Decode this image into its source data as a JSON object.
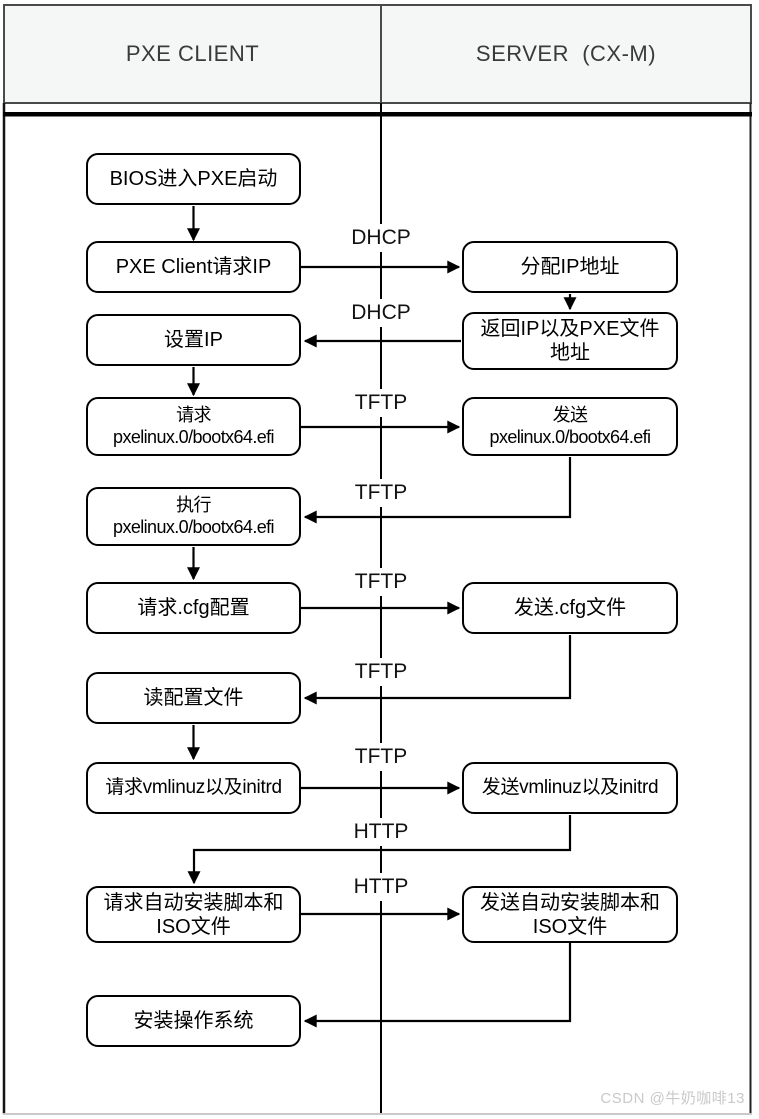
{
  "header": {
    "client": "PXE CLIENT",
    "server": "SERVER  (CX-M)"
  },
  "client_nodes": [
    {
      "label": "BIOS进入PXE启动"
    },
    {
      "label": "PXE Client请求IP"
    },
    {
      "label": "设置IP"
    },
    {
      "label": "请求\npxelinux.0/bootx64.efi"
    },
    {
      "label": "执行\npxelinux.0/bootx64.efi"
    },
    {
      "label": "请求.cfg配置"
    },
    {
      "label": "读配置文件"
    },
    {
      "label": "请求vmlinuz以及initrd"
    },
    {
      "label": "请求自动安装脚本和\nISO文件"
    },
    {
      "label": "安装操作系统"
    }
  ],
  "server_nodes": [
    {
      "label": "分配IP地址"
    },
    {
      "label": "返回IP以及PXE文件\n地址"
    },
    {
      "label": "发送\npxelinux.0/bootx64.efi"
    },
    {
      "label": "发送.cfg文件"
    },
    {
      "label": "发送vmlinuz以及initrd"
    },
    {
      "label": "发送自动安装脚本和\nISO文件"
    }
  ],
  "edge_labels": [
    "DHCP",
    "DHCP",
    "TFTP",
    "TFTP",
    "TFTP",
    "TFTP",
    "TFTP",
    "HTTP",
    "HTTP"
  ],
  "watermark": "CSDN @牛奶咖啡13",
  "colors": {
    "header_bg": "#f5f6f6",
    "line": "#000000",
    "border": "#4a4a4a",
    "watermark": "#c9c9c9"
  }
}
